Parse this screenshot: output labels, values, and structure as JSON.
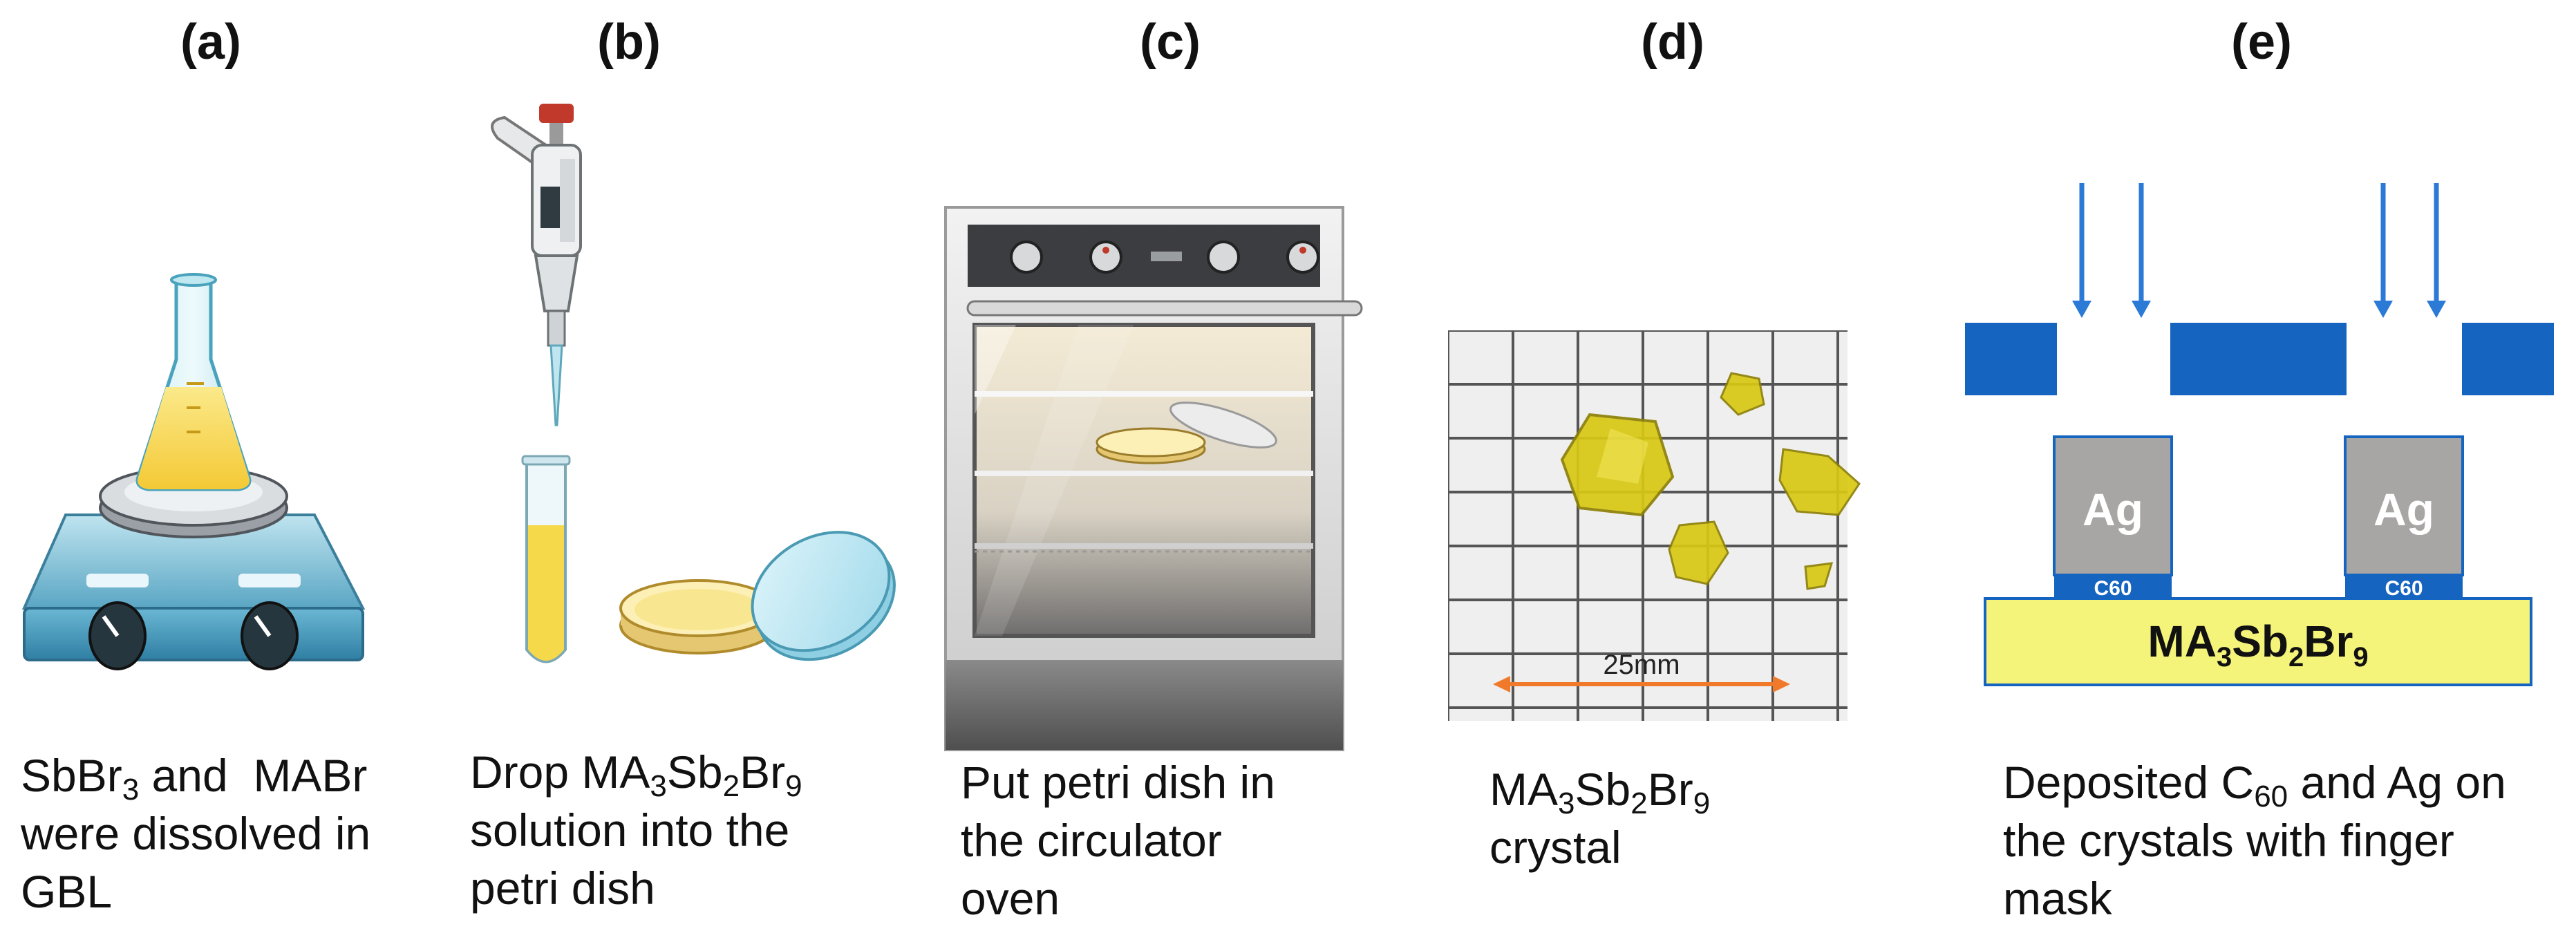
{
  "panels": {
    "a": {
      "label": "(a)",
      "caption": {
        "l1_pre": "SbBr",
        "l1_sub": "3",
        "l1_post": " and  MABr",
        "l2": "were dissolved in",
        "l3": "GBL"
      }
    },
    "b": {
      "label": "(b)",
      "caption": {
        "l1_pre": "Drop MA",
        "l1_sub1": "3",
        "l1_mid1": "Sb",
        "l1_sub2": "2",
        "l1_mid2": "Br",
        "l1_sub3": "9",
        "l2": "solution into the",
        "l3": "petri dish"
      }
    },
    "c": {
      "label": "(c)",
      "caption": {
        "l1": "Put petri dish in",
        "l2": "the circulator",
        "l3": "oven"
      }
    },
    "d": {
      "label": "(d)",
      "scale_bar_text": "25mm",
      "caption": {
        "l1_pre": "MA",
        "l1_sub1": "3",
        "l1_mid1": "Sb",
        "l1_sub2": "2",
        "l1_mid2": "Br",
        "l1_sub3": "9",
        "l2": "crystal"
      }
    },
    "e": {
      "label": "(e)",
      "electrode_label": "Ag",
      "layer_label": "C60",
      "substrate_pre": "MA",
      "substrate_sub1": "3",
      "substrate_mid1": "Sb",
      "substrate_sub2": "2",
      "substrate_mid2": "Br",
      "substrate_sub3": "9",
      "caption": {
        "l1_pre": "Deposited C",
        "l1_sub": "60",
        "l1_post": " and Ag on",
        "l2": "the crystals with finger",
        "l3": "mask"
      }
    }
  },
  "colors": {
    "mask_blue": "#1565c0",
    "arrow_blue": "#2a7ad6",
    "silver_grey": "#a8a5a5",
    "substrate_yellow": "#f4f47a",
    "solution_yellow": "#f6d94a",
    "crystal_yellow": "#d8c912",
    "scale_orange": "#f07a2a"
  }
}
